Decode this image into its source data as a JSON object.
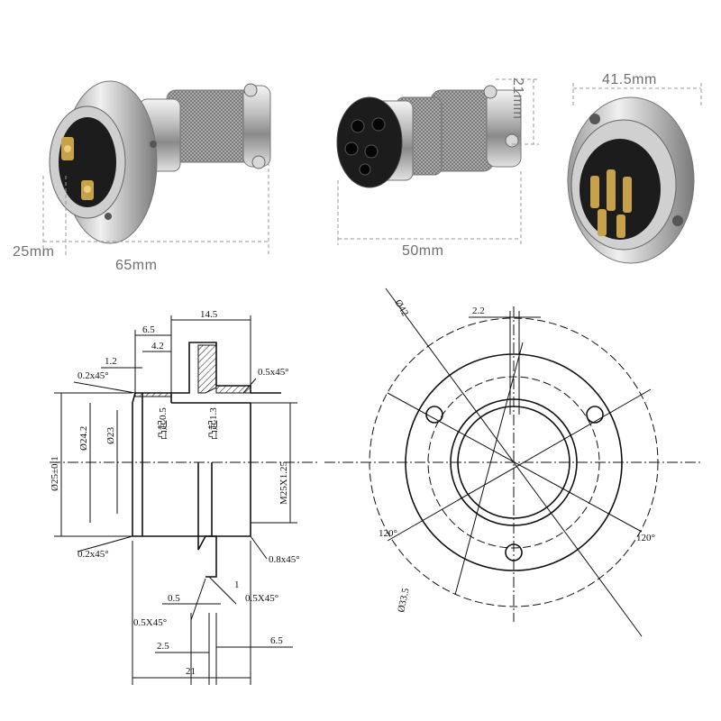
{
  "photos": {
    "male_connector": {
      "dim_height": "25mm",
      "dim_length": "65mm"
    },
    "female_plug": {
      "dim_diameter": "21mm",
      "dim_length": "50mm"
    },
    "socket_front": {
      "dim_width": "41.5mm"
    }
  },
  "side_view": {
    "top_dims": [
      "14.5",
      "6.5",
      "4.2",
      "1.2",
      "0.2x45°",
      "0.5x45°"
    ],
    "left_dims": [
      "Ø25±0.1",
      "Ø24.2",
      "Ø23"
    ],
    "inner_labels": [
      "凸起0.5",
      "凸起1.3"
    ],
    "right_dims": [
      "M25X1.25"
    ],
    "bottom_dims": [
      "0.2x45°",
      "0.8x45°",
      "0.5",
      "1",
      "0.5X45°",
      "0.5X45°",
      "2.5",
      "6.5",
      "21"
    ]
  },
  "front_view": {
    "dims": [
      "Ø42",
      "2.2",
      "120°",
      "120°",
      "Ø33.5"
    ]
  },
  "colors": {
    "metal": "#c9c9c9",
    "metal_dark": "#7d7d7d",
    "insulator": "#1c1c1c",
    "pin": "#c8a24a",
    "line": "#111111"
  }
}
